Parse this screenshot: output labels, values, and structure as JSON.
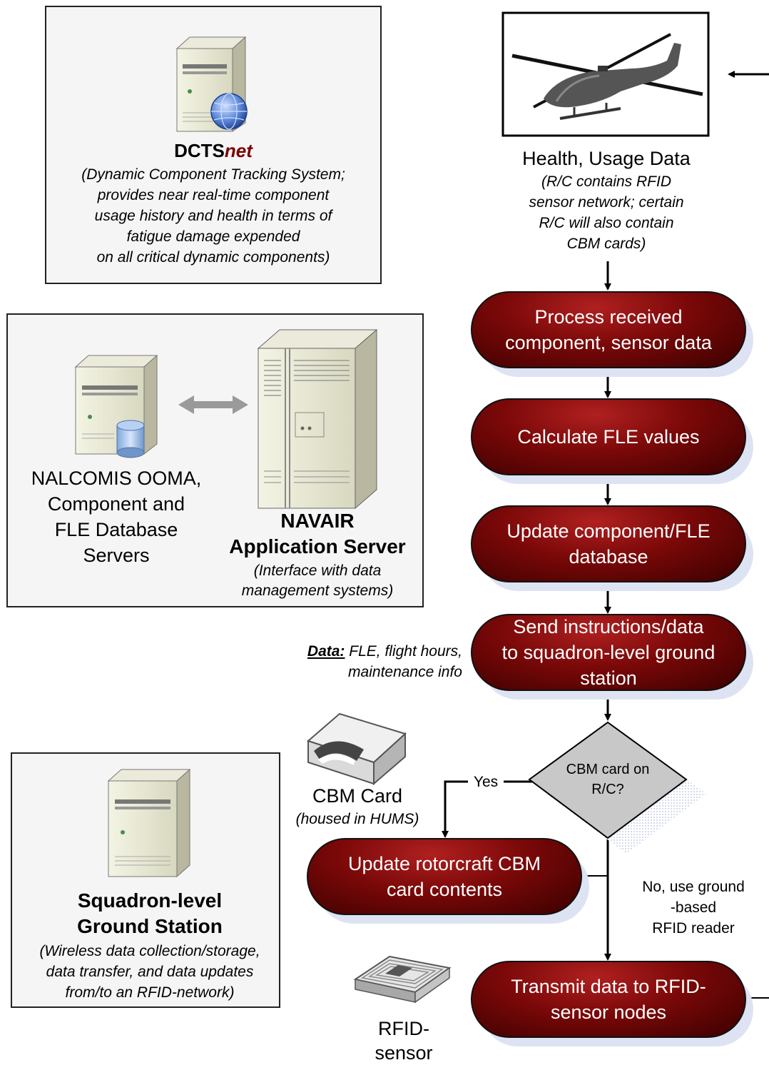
{
  "dcts": {
    "title_main": "DCTS",
    "title_em": "net",
    "desc": [
      "(Dynamic Component Tracking System;",
      "provides near real-time component",
      "usage history and health in terms of",
      "fatigue damage expended",
      "on all critical dynamic components)"
    ]
  },
  "navair_panel": {
    "nalcomis_label": [
      "NALCOMIS OOMA,",
      "Component and",
      "FLE Database",
      "Servers"
    ],
    "navair_title": [
      "NAVAIR",
      "Application Server"
    ],
    "navair_desc": [
      "(Interface with data",
      "management systems)"
    ]
  },
  "squadron_panel": {
    "title": [
      "Squadron-level",
      "Ground Station"
    ],
    "desc": [
      "(Wireless data collection/storage,",
      "data transfer, and data updates",
      "from/to an RFID-network)"
    ]
  },
  "health": {
    "title": "Health, Usage Data",
    "desc": [
      "(R/C contains RFID",
      "sensor network; certain",
      "R/C will also contain",
      "CBM cards)"
    ]
  },
  "process_steps": [
    [
      "Process received",
      "component, sensor data"
    ],
    [
      "Calculate FLE values"
    ],
    [
      "Update component/FLE",
      "database"
    ],
    [
      "Send instructions/data",
      "to squadron-level ground",
      "station"
    ]
  ],
  "decision": [
    "CBM card on",
    "R/C?"
  ],
  "yes_label": "Yes",
  "no_label": [
    "No, use ground",
    "-based",
    "RFID reader"
  ],
  "update_card": [
    "Update rotorcraft CBM",
    "card contents"
  ],
  "transmit": [
    "Transmit data to RFID-",
    "sensor nodes"
  ],
  "data_note": {
    "label": "Data:",
    "text1": " FLE, flight hours,",
    "text2": "maintenance info"
  },
  "cbm_card": {
    "title": "CBM Card",
    "desc": "(housed in HUMS)"
  },
  "rfid_sensor": [
    "RFID-",
    "sensor"
  ],
  "icons": [
    "server-globe-icon",
    "database-server-icon",
    "bidirectional-arrow-icon",
    "application-server-icon",
    "ground-station-server-icon",
    "helicopter-icon",
    "cbm-card-icon",
    "rfid-sensor-icon"
  ]
}
